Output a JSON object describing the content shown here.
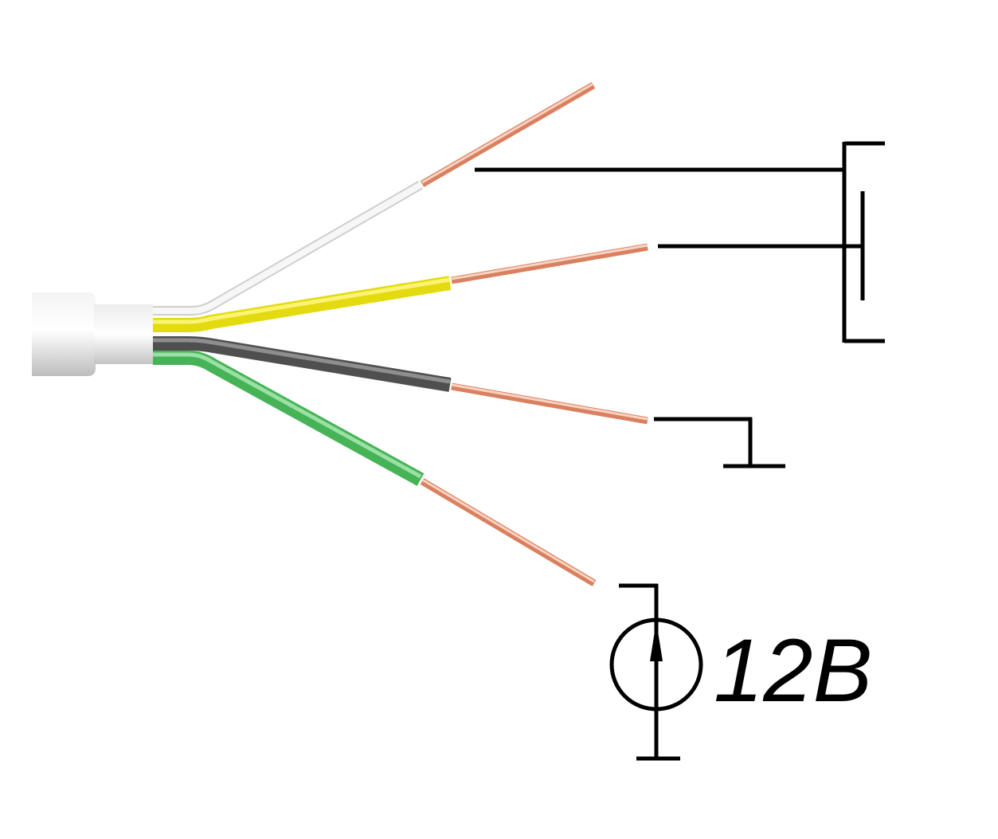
{
  "colors": {
    "cable_jacket": "#e4e4e4",
    "wire_white": "#f2f2f2",
    "wire_yellow": "#f2ea1e",
    "wire_gray": "#5a5a5a",
    "wire_green": "#5cc46a",
    "copper": "#e08a6a",
    "copper_highlight": "#f8d2c2",
    "symbols": "#000000"
  },
  "wires": [
    {
      "name": "white-wire",
      "insulation": "white",
      "connects_to": "transistor-source"
    },
    {
      "name": "yellow-wire",
      "insulation": "yellow",
      "connects_to": "transistor-gate"
    },
    {
      "name": "gray-wire",
      "insulation": "gray",
      "connects_to": "ground"
    },
    {
      "name": "green-wire",
      "insulation": "green",
      "connects_to": "power-source"
    }
  ],
  "symbols": {
    "transistor": "mosfet-icon",
    "ground": "ground-icon",
    "power": "voltage-source-icon"
  },
  "power_label": "12B"
}
